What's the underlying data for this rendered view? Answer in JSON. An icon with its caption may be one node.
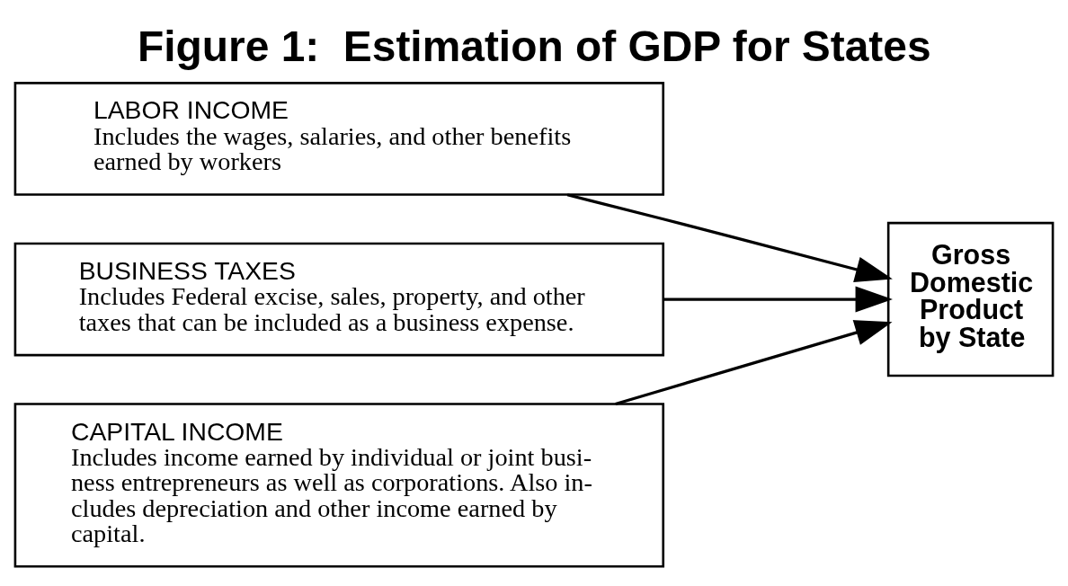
{
  "diagram": {
    "title": "Figure 1:  Estimation of GDP for States",
    "nodes": [
      {
        "text": [
          "LABOR INCOME",
          "Includes the wages, salaries, and other benefits earned by workers"
        ]
      },
      {
        "text": [
          "BUSINESS TAXES",
          "Includes Federal excise, sales, property, and other taxes that can be included as a business expense."
        ]
      },
      {
        "text": [
          "CAPITAL INCOME",
          "Includes income earned by individual or joint busi- ness entrepreneurs as well as corporations. Also in- cludes depreciation and other income earned by capital."
        ]
      },
      {
        "text": [
          "Gross Domestic Product by State"
        ]
      }
    ],
    "edges": [
      {
        "from": 0,
        "to": 3,
        "arrow": "to"
      },
      {
        "from": 1,
        "to": 3,
        "arrow": "to"
      },
      {
        "from": 2,
        "to": 3,
        "arrow": "to"
      }
    ]
  }
}
